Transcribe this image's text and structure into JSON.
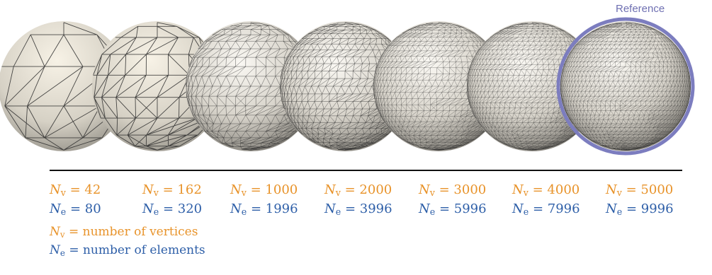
{
  "colors": {
    "vertices": "#E8932A",
    "elements": "#2E5FA8",
    "reference_ring": "#7C7DBF",
    "reference_label": "#6F70B2",
    "separator": "#111111",
    "sphere_face": "#ECE9E1",
    "sphere_shade": "#8E8B84",
    "mesh_line": "#2B2B2B"
  },
  "reference_label": "Reference",
  "meshes": [
    {
      "nv_label": "N",
      "nv_sub": "v",
      "nv_value": "= 42",
      "ne_label": "N",
      "ne_sub": "e",
      "ne_value": "= 80",
      "vertices": 42,
      "elements": 80
    },
    {
      "nv_label": "N",
      "nv_sub": "v",
      "nv_value": "= 162",
      "ne_label": "N",
      "ne_sub": "e",
      "ne_value": "= 320",
      "vertices": 162,
      "elements": 320
    },
    {
      "nv_label": "N",
      "nv_sub": "v",
      "nv_value": "= 1000",
      "ne_label": "N",
      "ne_sub": "e",
      "ne_value": "= 1996",
      "vertices": 1000,
      "elements": 1996
    },
    {
      "nv_label": "N",
      "nv_sub": "v",
      "nv_value": "= 2000",
      "ne_label": "N",
      "ne_sub": "e",
      "ne_value": "= 3996",
      "vertices": 2000,
      "elements": 3996
    },
    {
      "nv_label": "N",
      "nv_sub": "v",
      "nv_value": "= 3000",
      "ne_label": "N",
      "ne_sub": "e",
      "ne_value": "= 5996",
      "vertices": 3000,
      "elements": 5996
    },
    {
      "nv_label": "N",
      "nv_sub": "v",
      "nv_value": "= 4000",
      "ne_label": "N",
      "ne_sub": "e",
      "ne_value": "= 7996",
      "vertices": 4000,
      "elements": 7996
    },
    {
      "nv_label": "N",
      "nv_sub": "v",
      "nv_value": "= 5000",
      "ne_label": "N",
      "ne_sub": "e",
      "ne_value": "= 9996",
      "vertices": 5000,
      "elements": 9996
    }
  ],
  "legend": {
    "vertices": {
      "symbol": "N",
      "sub": "v",
      "text": "= number of vertices"
    },
    "elements": {
      "symbol": "N",
      "sub": "e",
      "text": "= number of elements"
    }
  }
}
